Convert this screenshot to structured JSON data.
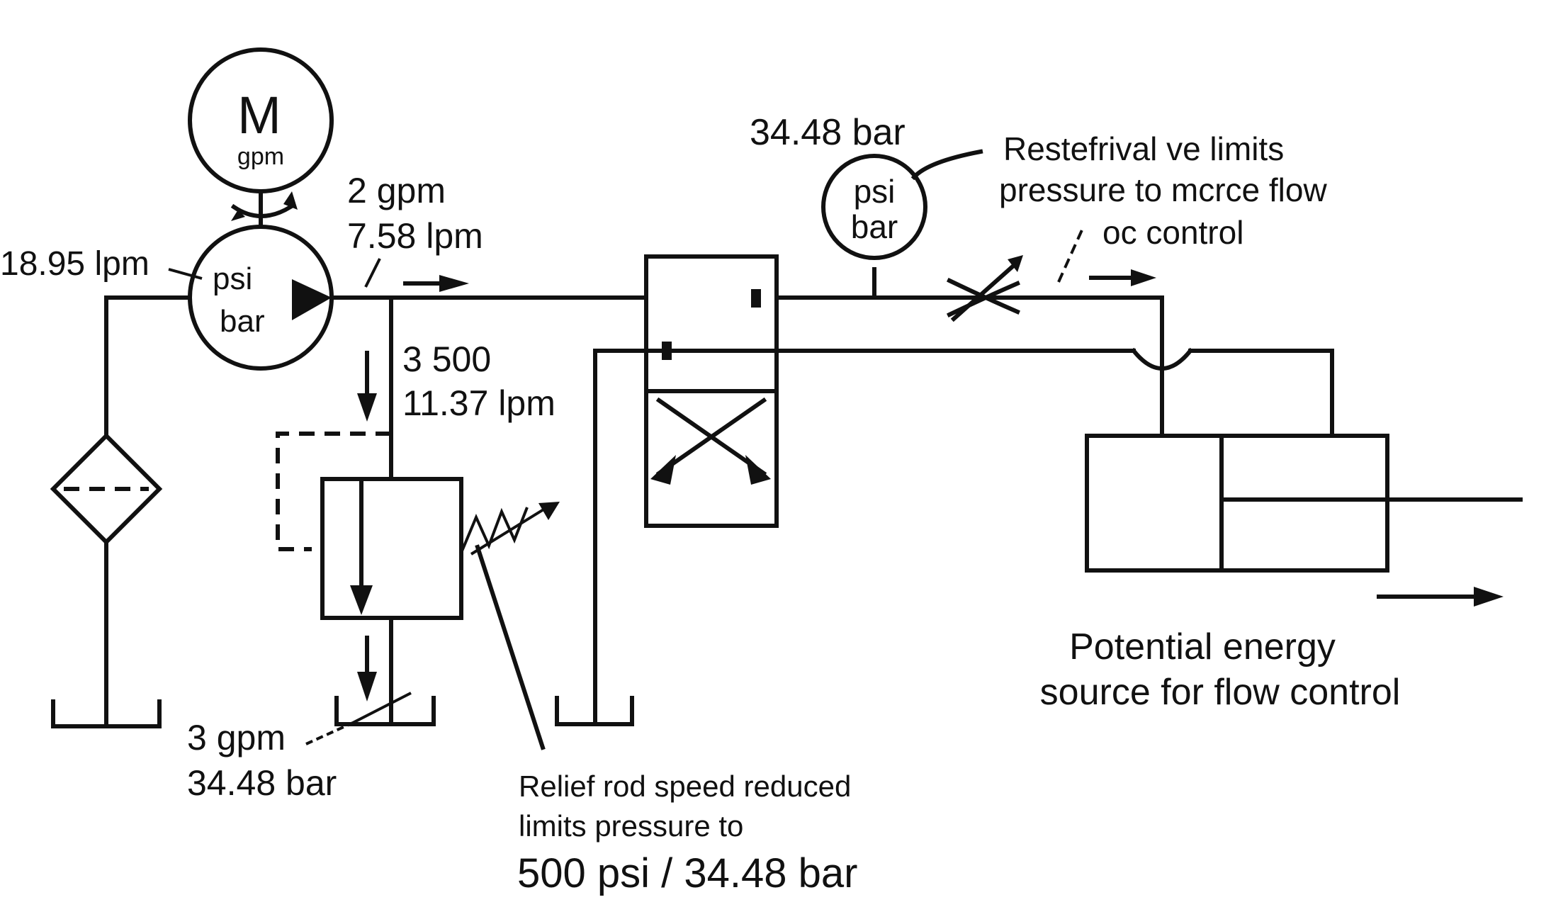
{
  "motor": {
    "letter": "M",
    "unit": "gpm"
  },
  "pump": {
    "psi": "psi",
    "bar": "bar",
    "inlet_flow": "18.95 lpm"
  },
  "pump_outlet": {
    "flow_gpm": "2 gpm",
    "flow_lpm": "7.58 lpm"
  },
  "relief_branch": {
    "line1": "3 500",
    "line2": "11.37 lpm"
  },
  "tank_flow": {
    "gpm": "3 gpm",
    "bar": "34.48 bar"
  },
  "relief_note": {
    "line1": "Relief rod speed reduced",
    "line2": "limits pressure to",
    "line3": "500 psi / 34.48 bar"
  },
  "gauge": {
    "reading": "34.48 bar",
    "psi": "psi",
    "bar": "bar"
  },
  "flow_control_note": {
    "line1": "Restefrival ve limits",
    "line2": "pressure to mcrce flow",
    "line3": "oc control"
  },
  "cylinder_note": {
    "line1": "Potential energy",
    "line2": "source for flow control"
  },
  "colors": {
    "ink": "#111111",
    "background": "#ffffff"
  }
}
